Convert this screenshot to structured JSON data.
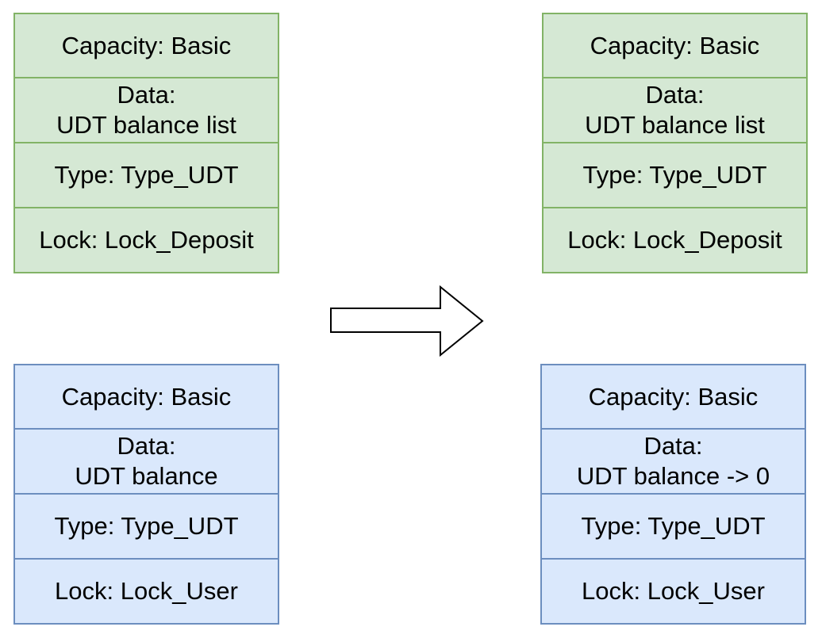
{
  "cells": {
    "deposit_before": {
      "capacity": "Capacity: Basic",
      "data_label": "Data:",
      "data_value": "UDT balance list",
      "type": "Type: Type_UDT",
      "lock": "Lock: Lock_Deposit"
    },
    "deposit_after": {
      "capacity": "Capacity: Basic",
      "data_label": "Data:",
      "data_value": "UDT balance list",
      "type": "Type: Type_UDT",
      "lock": "Lock: Lock_Deposit"
    },
    "user_before": {
      "capacity": "Capacity: Basic",
      "data_label": "Data:",
      "data_value": "UDT balance",
      "type": "Type: Type_UDT",
      "lock": "Lock: Lock_User"
    },
    "user_after": {
      "capacity": "Capacity: Basic",
      "data_label": "Data:",
      "data_value": "UDT balance -> 0",
      "type": "Type: Type_UDT",
      "lock": "Lock: Lock_User"
    }
  },
  "colors": {
    "green_fill": "#d5e8d4",
    "green_stroke": "#82b366",
    "blue_fill": "#dae8fc",
    "blue_stroke": "#6c8ebf"
  },
  "icons": {
    "transition": "right-arrow-icon"
  }
}
